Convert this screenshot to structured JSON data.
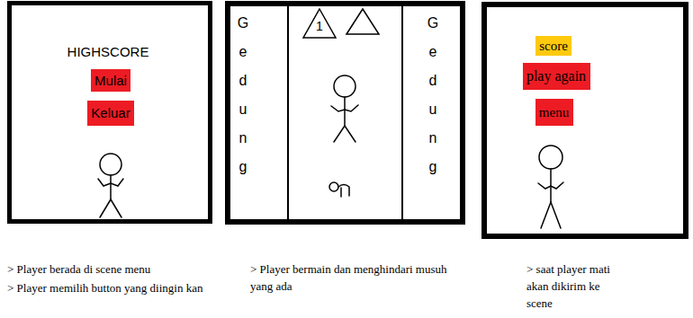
{
  "diagram": {
    "nodes": [
      {
        "text": [
          "HIGHSCORE",
          "> Player berada di scene menu",
          "> Player memilih button yang diingin kan"
        ]
      },
      {
        "text": [
          "Mulai"
        ],
        "in": 0
      },
      {
        "text": [
          "Keluar"
        ],
        "in": 0
      },
      {
        "text": [
          "Gedung",
          "Gedung",
          "> Player bermain dan menghindari musuh yang ada"
        ]
      },
      {
        "text": [
          "1"
        ],
        "in": 3
      },
      {
        "text": [
          "> saat player mati akan dikirim ke scene"
        ]
      },
      {
        "text": [
          "score"
        ],
        "in": 5
      },
      {
        "text": [
          "play again"
        ],
        "in": 5
      },
      {
        "text": [
          "menu"
        ],
        "in": 5
      }
    ]
  }
}
